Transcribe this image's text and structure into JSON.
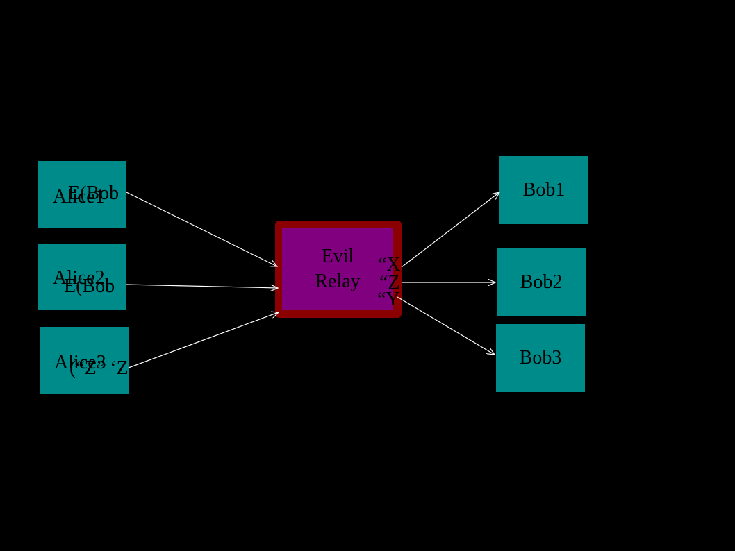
{
  "relay": {
    "line1": "Evil",
    "line2": "Relay"
  },
  "alices": [
    {
      "label": "Alice1",
      "message": "E(Bob"
    },
    {
      "label": "Alice2",
      "message": "E(Bob"
    },
    {
      "label": "Alice3",
      "message": "(“Z” ‘Z"
    }
  ],
  "bobs": [
    {
      "label": "Bob1"
    },
    {
      "label": "Bob2"
    },
    {
      "label": "Bob3"
    }
  ],
  "relay_outputs": [
    "“X",
    "“Z",
    "“Y"
  ],
  "colors": {
    "background": "#000000",
    "node": "#008b8b",
    "relay_border": "#8b0000",
    "relay_fill": "#800080",
    "arrow": "#ffffff"
  }
}
